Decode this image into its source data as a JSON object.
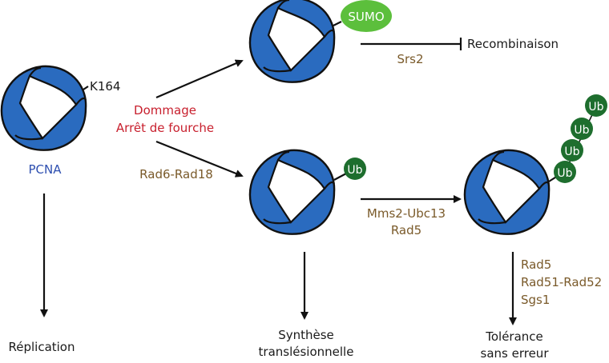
{
  "colors": {
    "pcna_blue": "#2a6bbf",
    "label_red": "#c8202e",
    "enzyme_brown": "#7a5a2a",
    "pcna_label_blue": "#2e4fb0",
    "ub_green": "#1e6e2e",
    "sumo_green": "#5cbf3c"
  },
  "pcna": {
    "label": "PCNA",
    "residue": "K164"
  },
  "trigger": {
    "line1": "Dommage",
    "line2": "Arrêt de fourche"
  },
  "sumo_branch": {
    "modifier": "SUMO",
    "enzyme": "Srs2",
    "outcome": "Recombinaison",
    "effect": "inhibition"
  },
  "monoub_branch": {
    "enzyme": "Rad6-Rad18",
    "modifier": "Ub",
    "outcome_line1": "Synthèse",
    "outcome_line2": "translésionnelle"
  },
  "polyub_branch": {
    "enzyme_line1": "Mms2-Ubc13",
    "enzyme_line2": "Rad5",
    "chain": [
      "Ub",
      "Ub",
      "Ub",
      "Ub"
    ],
    "factors": [
      "Rad5",
      "Rad51-Rad52",
      "Sgs1"
    ],
    "outcome_line1": "Tolérance",
    "outcome_line2": "sans erreur"
  },
  "replication": {
    "outcome": "Réplication"
  }
}
